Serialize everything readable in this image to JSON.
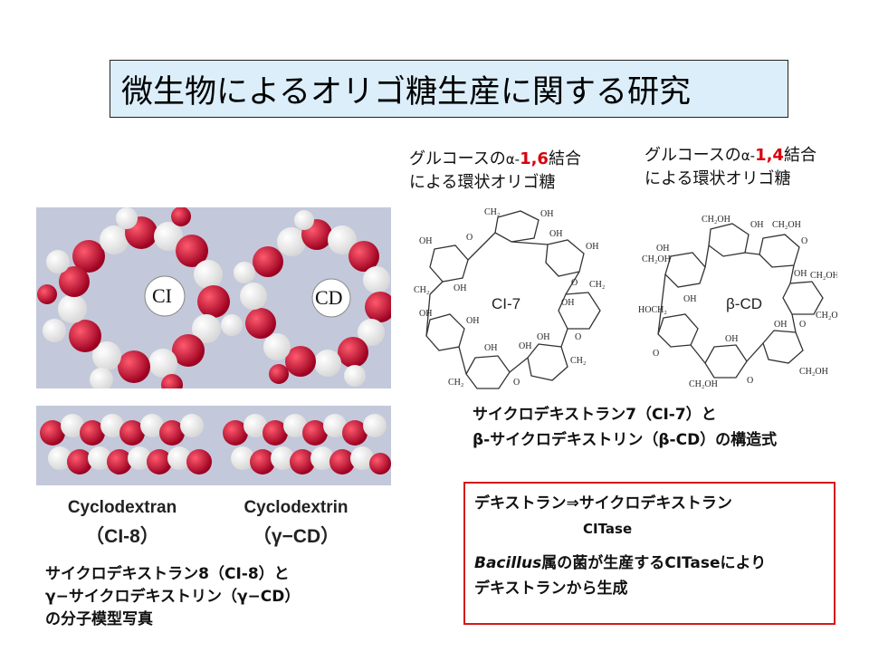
{
  "title": "微生物によるオリゴ糖生産に関する研究",
  "photo": {
    "label_ci": "CI",
    "label_cd": "CD",
    "caption_left_1": "Cyclodextran",
    "caption_left_2": "（CI-8）",
    "caption_right_1": "Cyclodextrin",
    "caption_right_2": "（γ−CD）"
  },
  "photo_caption": {
    "line1": "サイクロデキストラン8（CI-8）と",
    "line2": "γ−サイクロデキストリン（γ−CD）",
    "line3": "の分子模型写真"
  },
  "structure_left": {
    "heading_pre": "グルコースの",
    "heading_alpha": "α-",
    "heading_bond": "1,6",
    "heading_post": "結合",
    "heading_line2": "による環状オリゴ糖",
    "center_label": "CI-7"
  },
  "structure_right": {
    "heading_pre": "グルコースの",
    "heading_alpha": "α-",
    "heading_bond": "1,4",
    "heading_post": "結合",
    "heading_line2": "による環状オリゴ糖",
    "center_label": "β-CD"
  },
  "structure_caption": {
    "line1": "サイクロデキストラン7（CI-7）と",
    "line2": "β-サイクロデキストリン（β-CD）の構造式"
  },
  "box": {
    "line1": "デキストラン⇒サイクロデキストラン",
    "line2": "CITase",
    "line3_italic": "Bacillus",
    "line3_rest": "属の菌が生産するCITaseにより",
    "line4": "デキストランから生成"
  },
  "colors": {
    "title_bg": "#dbeefa",
    "accent_red": "#d8000c",
    "box_border": "#d21a1a"
  }
}
